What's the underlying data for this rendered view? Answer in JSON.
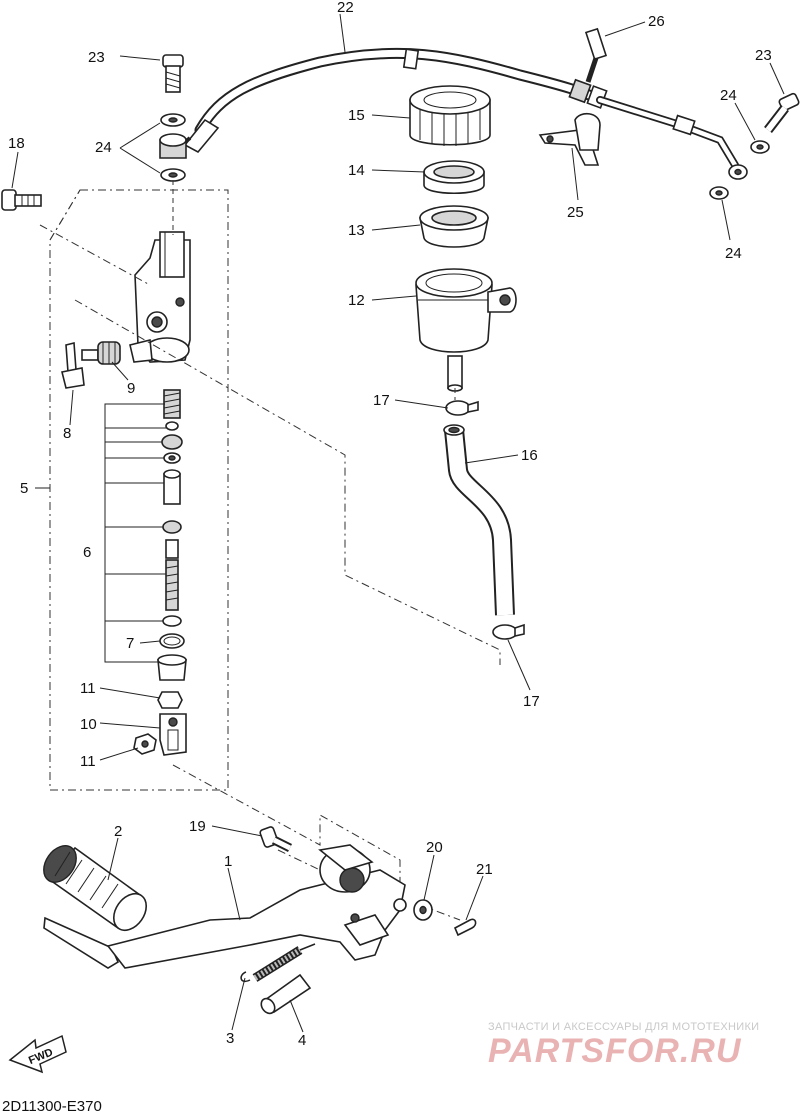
{
  "diagram": {
    "code": "2D11300-E370",
    "fwd_label": "FWD",
    "labels": {
      "p1": "1",
      "p2": "2",
      "p3": "3",
      "p4": "4",
      "p5": "5",
      "p6": "6",
      "p7": "7",
      "p8": "8",
      "p9": "9",
      "p10": "10",
      "p11a": "11",
      "p11b": "11",
      "p12": "12",
      "p13": "13",
      "p14": "14",
      "p15": "15",
      "p16": "16",
      "p17a": "17",
      "p17b": "17",
      "p18": "18",
      "p19": "19",
      "p20": "20",
      "p21": "21",
      "p22": "22",
      "p23a": "23",
      "p23b": "23",
      "p24a": "24",
      "p24b": "24",
      "p24c": "24",
      "p25": "25",
      "p26": "26"
    }
  },
  "watermark": {
    "caption": "ЗАПЧАСТИ И АКСЕССУАРЫ ДЛЯ МОТОТЕХНИКИ",
    "brand": "PARTSFOR.RU"
  }
}
